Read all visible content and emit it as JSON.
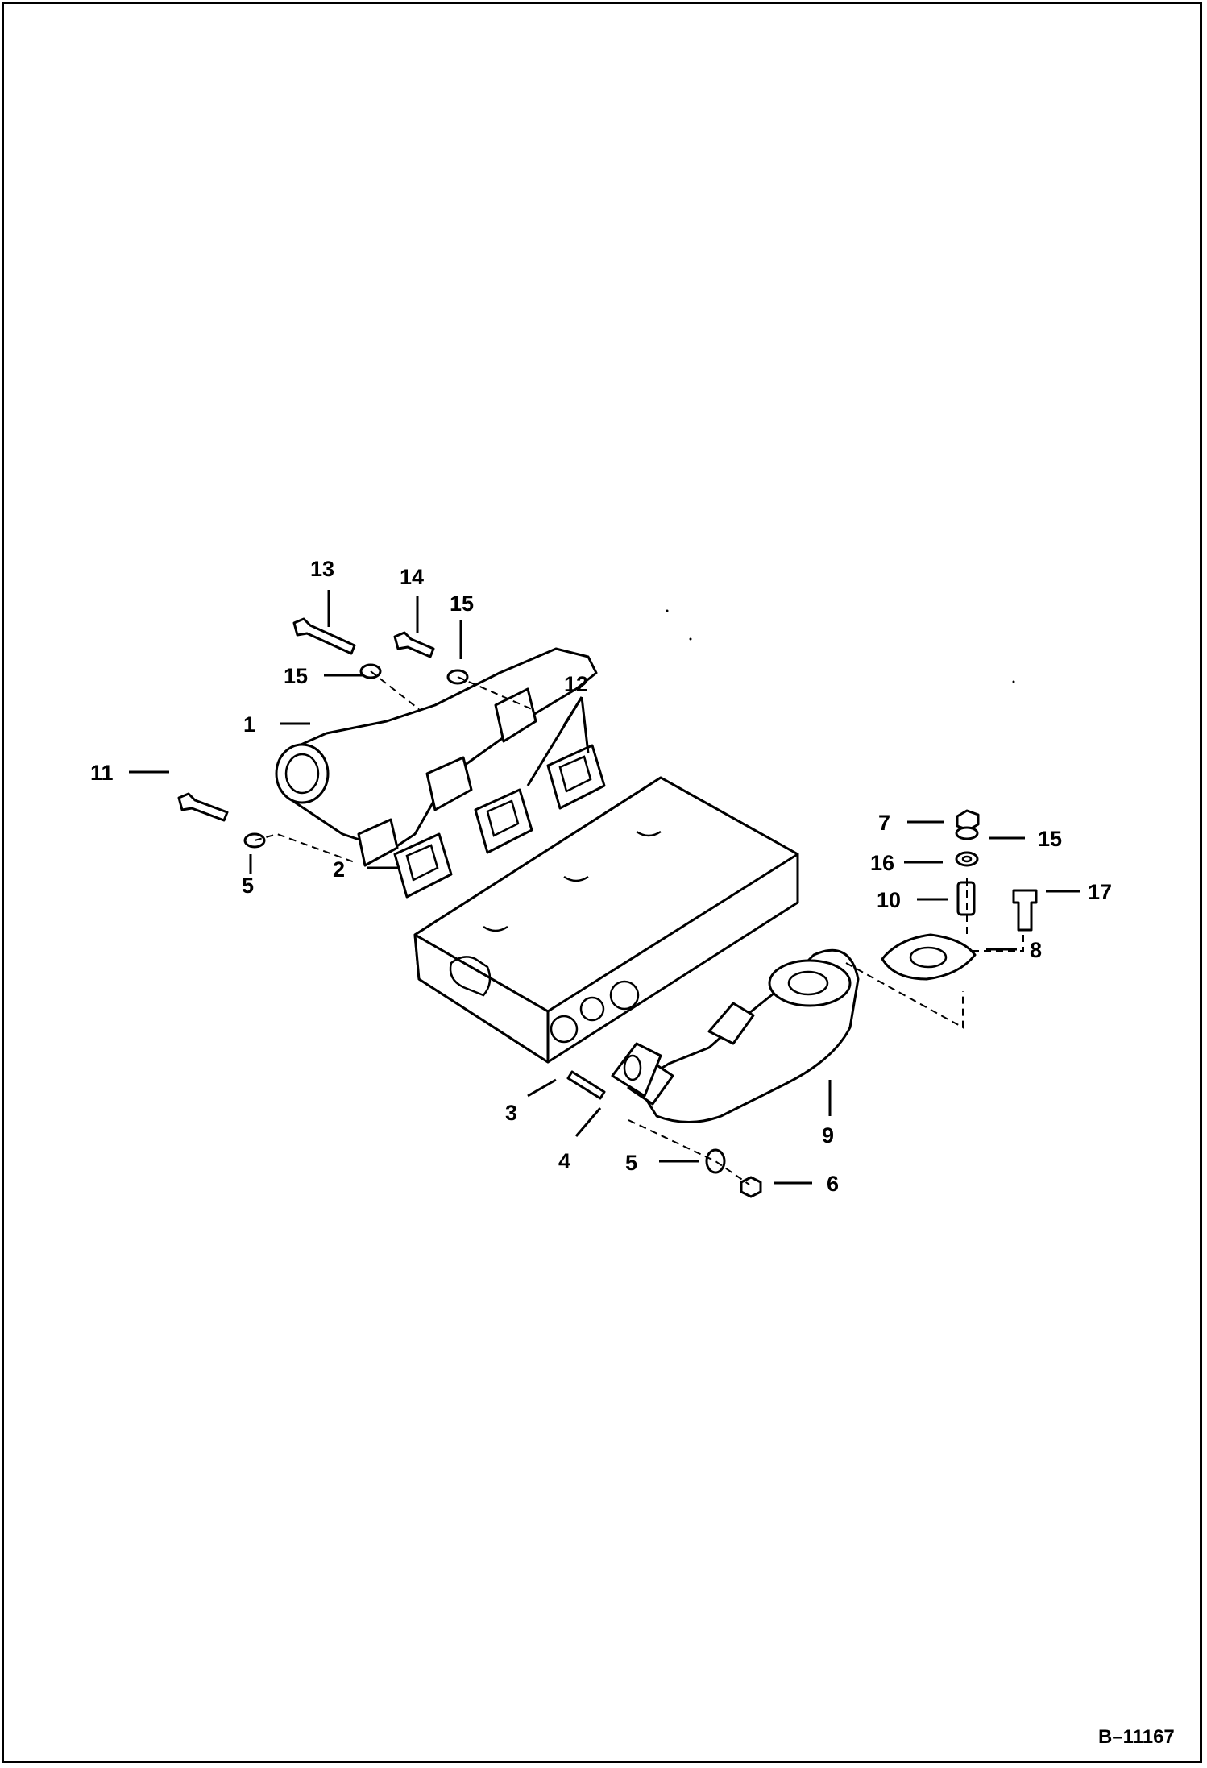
{
  "figure_id": "B–11167",
  "callouts": {
    "c1": "1",
    "c2": "2",
    "c3": "3",
    "c4": "4",
    "c5a": "5",
    "c5b": "5",
    "c6": "6",
    "c7": "7",
    "c8": "8",
    "c9": "9",
    "c10": "10",
    "c11": "11",
    "c12": "12",
    "c13": "13",
    "c14": "14",
    "c15a": "15",
    "c15b": "15",
    "c15c": "15",
    "c16": "16",
    "c17": "17"
  },
  "colors": {
    "line": "#000000",
    "background": "#ffffff"
  },
  "parts": [
    "intake-manifold-icon",
    "manifold-gasket-icon",
    "stud-icon",
    "exhaust-gasket-icon",
    "washer-icon",
    "nut-icon",
    "flange-nut-icon",
    "flange-gasket-icon",
    "exhaust-manifold-icon",
    "short-stud-icon",
    "bolt-icon",
    "long-bolt-icon",
    "cylinder-head-icon"
  ]
}
